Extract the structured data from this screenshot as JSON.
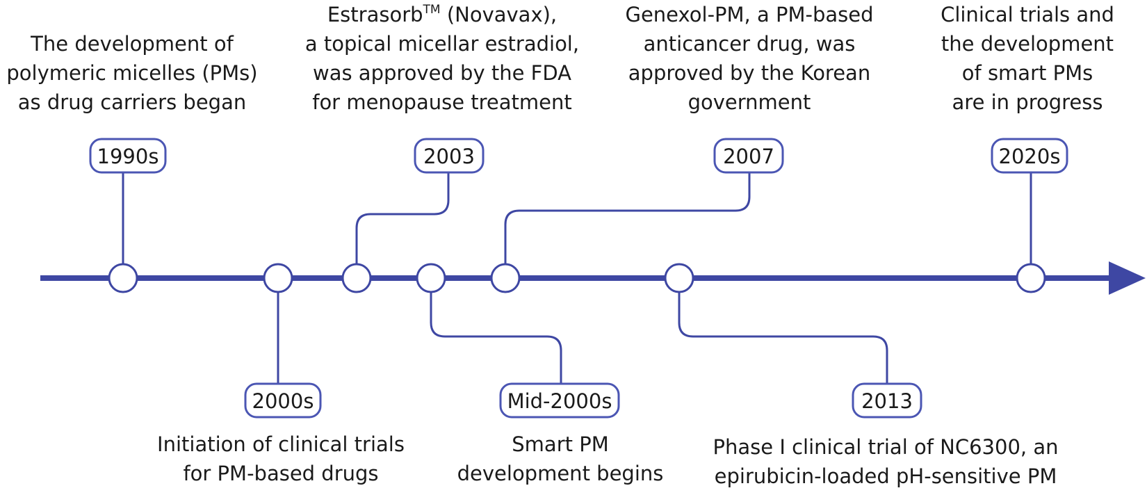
{
  "colors": {
    "line": "#3e47a3",
    "box_border": "#4b56b3",
    "text": "#1a1a1a",
    "background": "#ffffff"
  },
  "events": [
    {
      "year": "1990s",
      "lines": [
        "The development of",
        "polymeric micelles (PMs)",
        "as drug carriers began"
      ]
    },
    {
      "year": "2000s",
      "lines": [
        "Initiation of clinical trials",
        "for PM-based drugs"
      ]
    },
    {
      "year": "2003",
      "lines": [
        "(Novavax),",
        "a topical micellar estradiol,",
        "was approved by the FDA",
        "for menopause treatment"
      ],
      "title_prefix": "Estrasorb",
      "title_sup": "TM"
    },
    {
      "year": "Mid-2000s",
      "lines": [
        "Smart PM",
        "development begins"
      ]
    },
    {
      "year": "2007",
      "lines": [
        "Genexol-PM, a PM-based",
        "anticancer drug, was",
        "approved by the Korean",
        "government"
      ]
    },
    {
      "year": "2013",
      "lines": [
        "Phase I clinical trial of NC6300, an",
        "epirubicin-loaded pH-sensitive PM"
      ]
    },
    {
      "year": "2020s",
      "lines": [
        "Clinical trials and",
        "the development",
        "of smart PMs",
        "are in progress"
      ]
    }
  ]
}
